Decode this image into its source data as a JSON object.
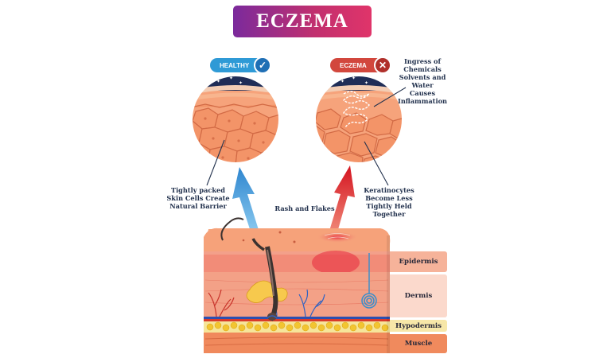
{
  "title": "ECZEMA",
  "healthy": {
    "label": "HEALTHY",
    "icon": "check-icon"
  },
  "eczema": {
    "label": "ECZEMA",
    "icon": "cross-icon"
  },
  "annotations": {
    "healthy_barrier": "Tightly packed Skin Cells Create Natural Barrier",
    "ingress": "Ingress of Chemicals Solvents and Water Causes Inflammation",
    "keratinocytes": "Keratinocytes Become Less Tightly Held Together",
    "rash": "Rash and Flakes"
  },
  "layers": {
    "epidermis": "Epidermis",
    "dermis": "Dermis",
    "hypodermis": "Hypodermis",
    "muscle": "Muscle"
  },
  "colors": {
    "healthy": "#2f9ad6",
    "eczema": "#d2473d",
    "skin": "#f59a6e",
    "epidermis": "#f6b39a",
    "dermis": "#fbd9cc",
    "hypodermis": "#f7e7a8",
    "muscle": "#f08a5d"
  }
}
